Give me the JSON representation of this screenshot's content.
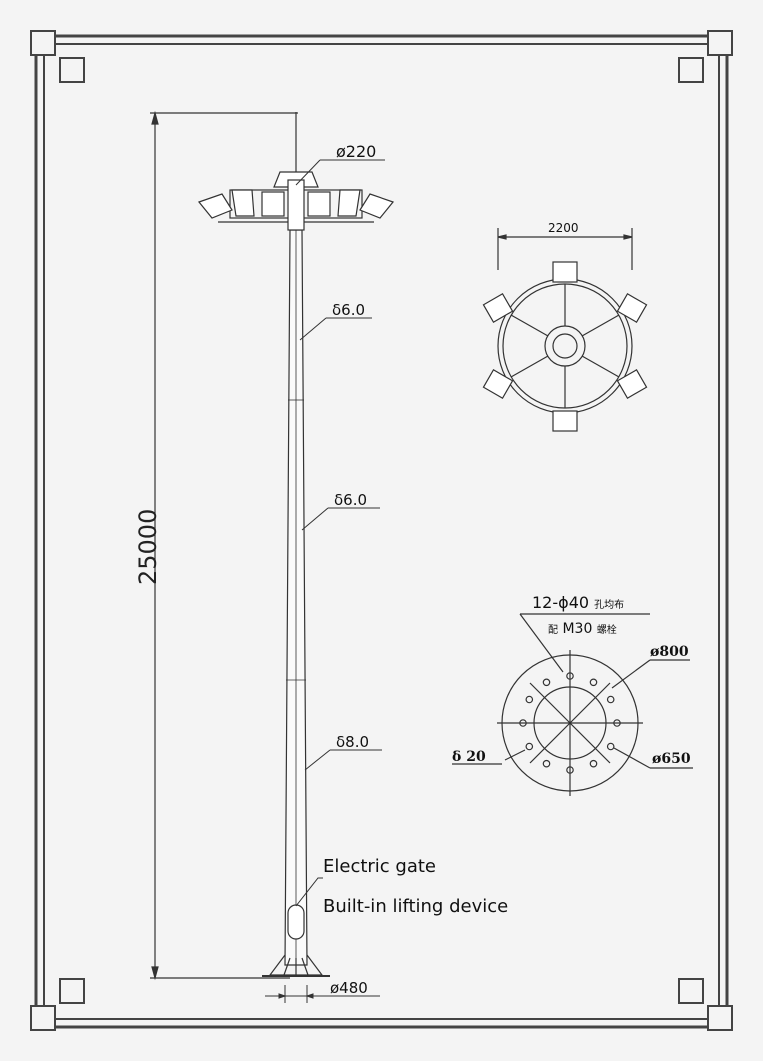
{
  "pole": {
    "height_label": "25000",
    "top_diameter": "ø220",
    "base_diameter": "ø480",
    "wall_upper": "δ6.0",
    "wall_middle": "δ6.0",
    "wall_lower": "δ8.0",
    "gate_label": "Electric gate",
    "lifting_label": "Built-in lifting device"
  },
  "lamp_ring": {
    "width_label": "2200"
  },
  "flange": {
    "holes_label_a": "12-ϕ40",
    "holes_label_a_cjk": "孔均布",
    "holes_label_b_prefix": "配",
    "holes_label_b": "M30",
    "holes_label_b_cjk": "螺栓",
    "outer_diameter": "ø800",
    "bolt_circle": "ø650",
    "thickness": "δ 20"
  },
  "colors": {
    "line": "#333333",
    "frame": "#444444",
    "paper": "#f4f4f4"
  }
}
